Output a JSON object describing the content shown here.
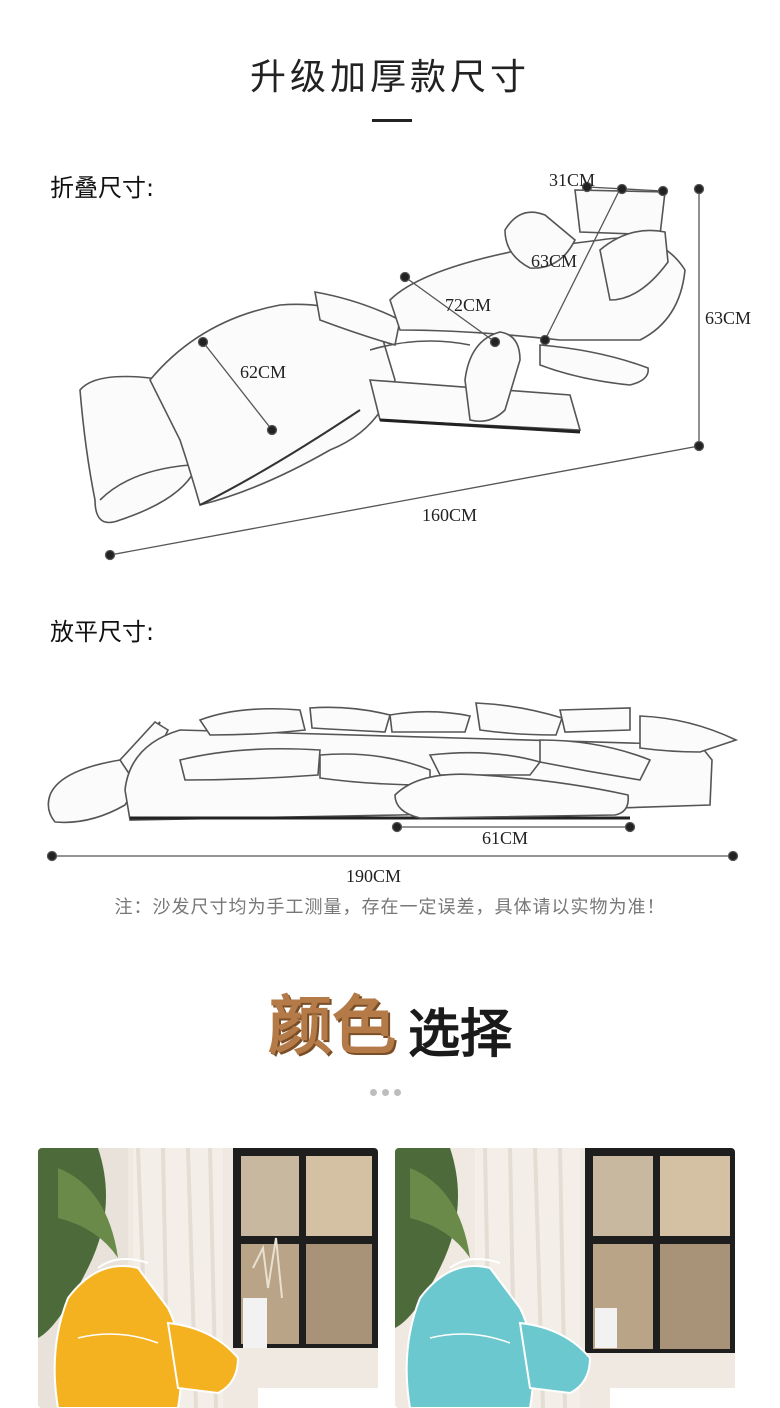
{
  "page_title": "升级加厚款尺寸",
  "folded": {
    "label": "折叠尺寸:",
    "dims": {
      "a": "31CM",
      "b": "63CM",
      "c": "63CM",
      "d": "72CM",
      "e": "62CM",
      "f": "160CM"
    }
  },
  "flat": {
    "label": "放平尺寸:",
    "dims": {
      "a": "61CM",
      "b": "190CM"
    }
  },
  "note": "注：沙发尺寸均为手工测量，存在一定误差，具体请以实物为准！",
  "color_heading": {
    "part1": "颜色",
    "part2": "选择"
  },
  "colors": {
    "brown": "#b47a47",
    "yellow": "#f5b220",
    "teal": "#6cc8cf"
  }
}
